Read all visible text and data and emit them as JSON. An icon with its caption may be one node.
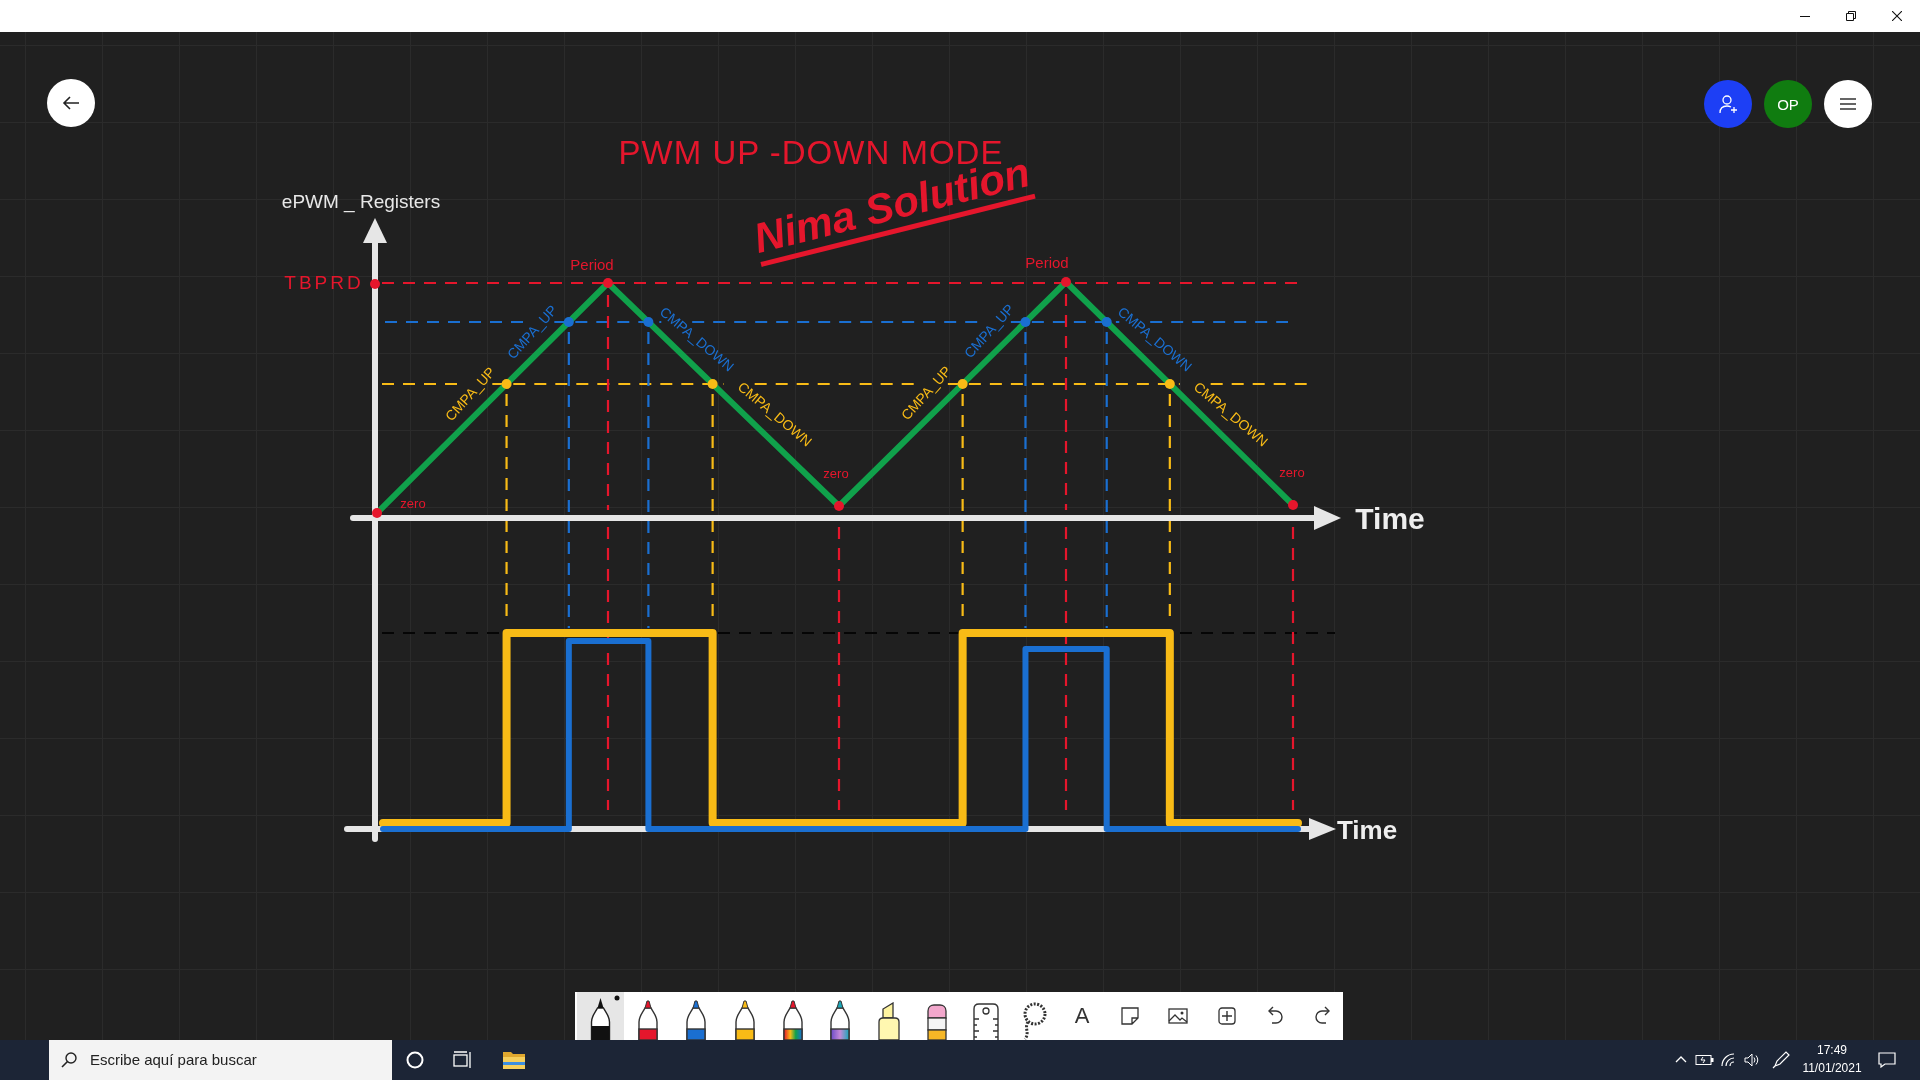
{
  "diagram": {
    "title": "PWM UP -DOWN MODE",
    "labels": [
      "OP",
      "Nima Solution",
      "ePWM _ Registers",
      "Period",
      "Period",
      "TBPRD",
      "CMPA_UP",
      "CMPA_DOWN",
      "CMPA_UP",
      "CMPA_DOWN",
      "CMPA_UP",
      "CMPA_DOWN",
      "CMPA_UP",
      "CMPA_DOWN",
      "zero",
      "zero",
      "zero",
      "Time",
      "Time",
      "A",
      "Escribe aquí para buscar",
      "17:49",
      "11/01/2021"
    ]
  }
}
